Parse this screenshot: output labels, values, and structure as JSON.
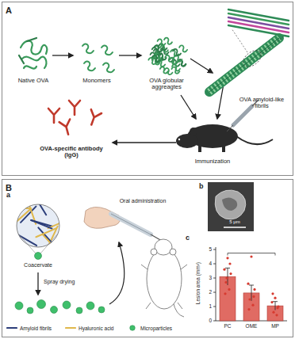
{
  "diagram": {
    "nodes": [
      {
        "text": [
          "A"
        ]
      },
      {
        "text": [
          "B"
        ]
      }
    ],
    "labels": [
      "Native OVA",
      "Monomers",
      "OVA globular aggreagtes",
      "OVA amyloid-like fibrils",
      "OVA-specific antibody (IgG)",
      "Immunization",
      "a",
      "Coacervate",
      "Spray drying",
      "Oral administration",
      "b",
      "5 μm",
      "c",
      "Lesion area (mm²)",
      "5",
      "4",
      "3",
      "2",
      "1",
      "0",
      "PC",
      "OME",
      "MP"
    ],
    "legend": [
      {
        "text": "Amyloid fibrils"
      },
      {
        "text": "Hyaluronic acid"
      },
      {
        "text": "Microparticles"
      }
    ]
  }
}
